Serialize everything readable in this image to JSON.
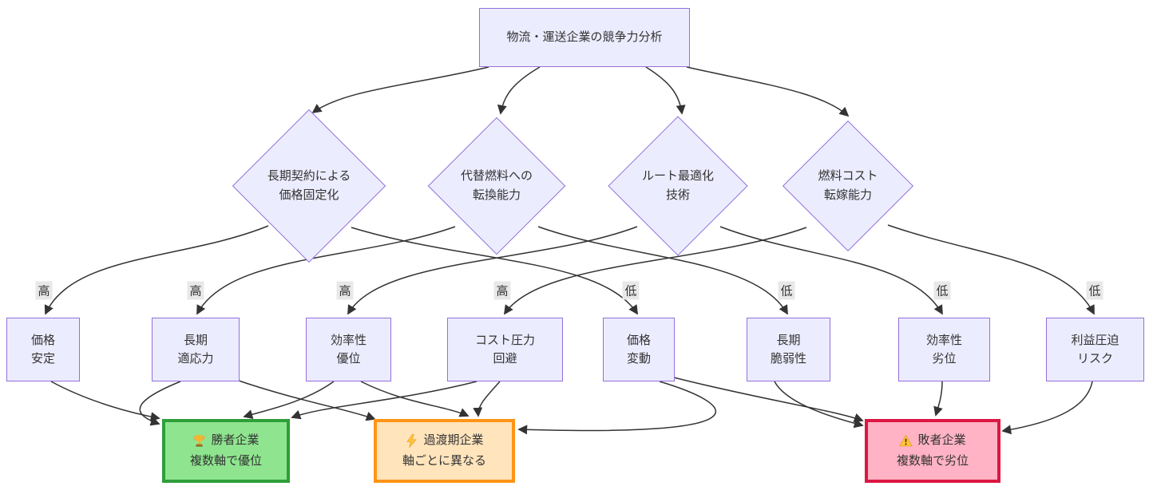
{
  "diagram_title": "物流・運送企業の競争力分析",
  "colors": {
    "node_fill": "#ECECFF",
    "node_border": "#9370DB",
    "edge": "#333333",
    "edge_label_bg": "#e8e8e8",
    "winner_fill": "#8FE58F",
    "winner_border": "#2E9E3A",
    "transitional_fill": "#FFE4BC",
    "transitional_border": "#FF9417",
    "loser_fill": "#FFB3C4",
    "loser_border": "#DC1743"
  },
  "nodes": {
    "root": {
      "label": "物流・運送企業の競争力分析"
    },
    "criteria": [
      {
        "label": "長期契約による\n価格固定化"
      },
      {
        "label": "代替燃料への\n転換能力"
      },
      {
        "label": "ルート最適化\n技術"
      },
      {
        "label": "燃料コスト\n転嫁能力"
      }
    ],
    "outcomes": [
      {
        "label": "価格\n安定",
        "level": "高"
      },
      {
        "label": "長期\n適応力",
        "level": "高"
      },
      {
        "label": "効率性\n優位",
        "level": "高"
      },
      {
        "label": "コスト圧力\n回避",
        "level": "高"
      },
      {
        "label": "価格\n変動",
        "level": "低"
      },
      {
        "label": "長期\n脆弱性",
        "level": "低"
      },
      {
        "label": "効率性\n劣位",
        "level": "低"
      },
      {
        "label": "利益圧迫\nリスク",
        "level": "低"
      }
    ],
    "results": [
      {
        "emoji": "🏆",
        "icon": "trophy-icon",
        "title": "勝者企業",
        "subtitle": "複数軸で優位"
      },
      {
        "emoji": "⚡",
        "icon": "lightning-icon",
        "title": "過渡期企業",
        "subtitle": "軸ごとに異なる"
      },
      {
        "emoji": "⚠️",
        "icon": "warning-icon",
        "title": "敗者企業",
        "subtitle": "複数軸で劣位"
      }
    ]
  },
  "edges": [
    {
      "from": "物流・運送企業の競争力分析",
      "to": "長期契約による価格固定化"
    },
    {
      "from": "物流・運送企業の競争力分析",
      "to": "代替燃料への転換能力"
    },
    {
      "from": "物流・運送企業の競争力分析",
      "to": "ルート最適化技術"
    },
    {
      "from": "物流・運送企業の競争力分析",
      "to": "燃料コスト転嫁能力"
    },
    {
      "from": "長期契約による価格固定化",
      "to": "価格安定",
      "label": "高"
    },
    {
      "from": "長期契約による価格固定化",
      "to": "価格変動",
      "label": "低"
    },
    {
      "from": "代替燃料への転換能力",
      "to": "長期適応力",
      "label": "高"
    },
    {
      "from": "代替燃料への転換能力",
      "to": "長期脆弱性",
      "label": "低"
    },
    {
      "from": "ルート最適化技術",
      "to": "効率性優位",
      "label": "高"
    },
    {
      "from": "ルート最適化技術",
      "to": "効率性劣位",
      "label": "低"
    },
    {
      "from": "燃料コスト転嫁能力",
      "to": "コスト圧力回避",
      "label": "高"
    },
    {
      "from": "燃料コスト転嫁能力",
      "to": "利益圧迫リスク",
      "label": "低"
    },
    {
      "from": "価格安定",
      "to": "勝者企業"
    },
    {
      "from": "長期適応力",
      "to": "勝者企業"
    },
    {
      "from": "効率性優位",
      "to": "勝者企業"
    },
    {
      "from": "コスト圧力回避",
      "to": "勝者企業"
    },
    {
      "from": "長期適応力",
      "to": "過渡期企業"
    },
    {
      "from": "効率性優位",
      "to": "過渡期企業"
    },
    {
      "from": "コスト圧力回避",
      "to": "過渡期企業"
    },
    {
      "from": "価格変動",
      "to": "過渡期企業"
    },
    {
      "from": "価格変動",
      "to": "敗者企業"
    },
    {
      "from": "長期脆弱性",
      "to": "敗者企業"
    },
    {
      "from": "効率性劣位",
      "to": "敗者企業"
    },
    {
      "from": "利益圧迫リスク",
      "to": "敗者企業"
    }
  ]
}
